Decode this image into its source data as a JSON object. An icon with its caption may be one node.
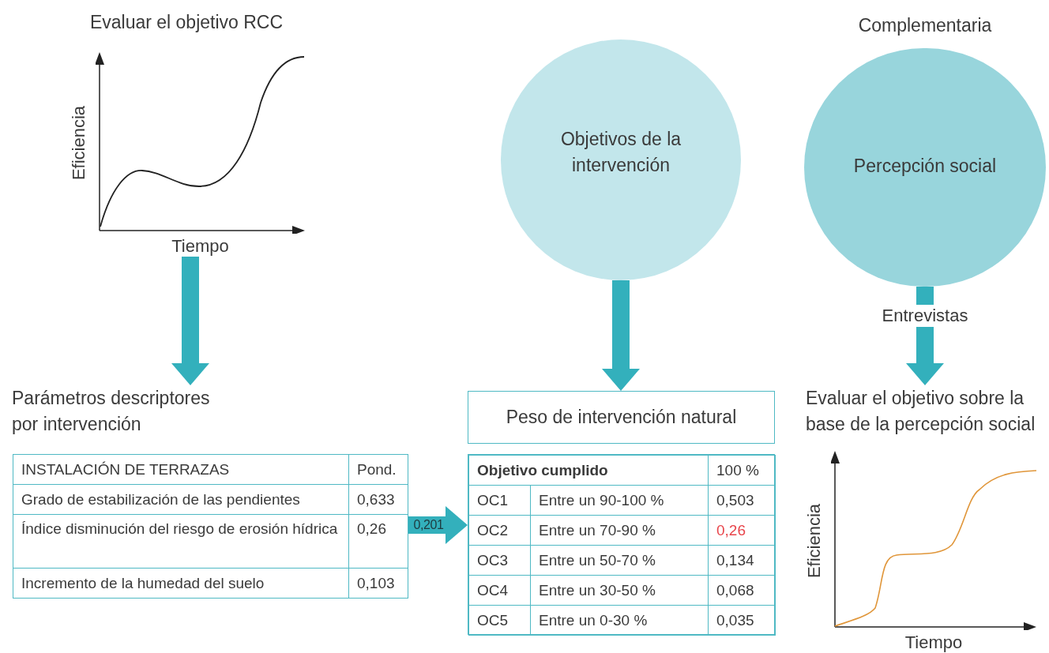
{
  "diagram": {
    "nodes": [
      {
        "text": [
          "Evaluar el objetivo RCC"
        ]
      },
      {
        "text": [
          "Objetivos de la intervención"
        ]
      },
      {
        "text": [
          "Complementaria",
          "Percepción social"
        ]
      },
      {
        "text": [
          "Parámetros descriptores por intervención"
        ]
      },
      {
        "text": [
          "INSTALACIÓN DE TERRAZAS"
        ],
        "in": 3
      },
      {
        "text": [
          "Pond."
        ],
        "in": 3
      },
      {
        "text": [
          "Grado de estabilización de las pendientes"
        ],
        "in": 3
      },
      {
        "text": [
          "0,633"
        ],
        "in": 3
      },
      {
        "text": [
          "Índice disminución del riesgo de erosión hídrica"
        ],
        "in": 3
      },
      {
        "text": [
          "0,26"
        ],
        "in": 3
      },
      {
        "text": [
          "Incremento de la humedad del suelo"
        ],
        "in": 3
      },
      {
        "text": [
          "0,103"
        ],
        "in": 3
      },
      {
        "text": [
          "Peso de intervención natural"
        ]
      },
      {
        "text": [],
        "shape": "box"
      },
      {
        "text": [
          "Objetivo cumplido"
        ],
        "in": 13
      },
      {
        "text": [
          "100 %"
        ],
        "in": 13
      },
      {
        "text": [
          "OC1"
        ],
        "in": 13
      },
      {
        "text": [
          "Entre un 90-100 %"
        ],
        "in": 13
      },
      {
        "text": [
          "0,503"
        ],
        "in": 13
      },
      {
        "text": [
          "OC2"
        ],
        "in": 13
      },
      {
        "text": [
          "Entre un 70-90 %"
        ],
        "in": 13
      },
      {
        "text": [
          "0,26"
        ],
        "in": 13
      },
      {
        "text": [
          "OC3"
        ],
        "in": 13
      },
      {
        "text": [
          "Entre un 50-70 %"
        ],
        "in": 13
      },
      {
        "text": [
          "0,134"
        ],
        "in": 13
      },
      {
        "text": [
          "OC4"
        ],
        "in": 13
      },
      {
        "text": [
          "Entre un 30-50 %"
        ],
        "in": 13
      },
      {
        "text": [
          "0,068"
        ],
        "in": 13
      },
      {
        "text": [
          "OC5"
        ],
        "in": 13
      },
      {
        "text": [
          "Entre un 0-30 %"
        ],
        "in": 13
      },
      {
        "text": [
          "0,035"
        ],
        "in": 13
      },
      {
        "text": [
          "Evaluar el objetivo sobre la base de la percepción social"
        ]
      }
    ],
    "edges": [
      {
        "from": 0,
        "to": 3,
        "arrow": "to"
      },
      {
        "from": 1,
        "to": 12,
        "arrow": "to"
      },
      {
        "from": 2,
        "to": 31,
        "arrow": "to",
        "label": "Entrevistas"
      },
      {
        "from": 3,
        "to": 13,
        "arrow": "to",
        "label": "0,201"
      }
    ],
    "labels": [
      "Eficiencia",
      "Tiempo",
      "Eficiencia",
      "Tiempo"
    ]
  }
}
